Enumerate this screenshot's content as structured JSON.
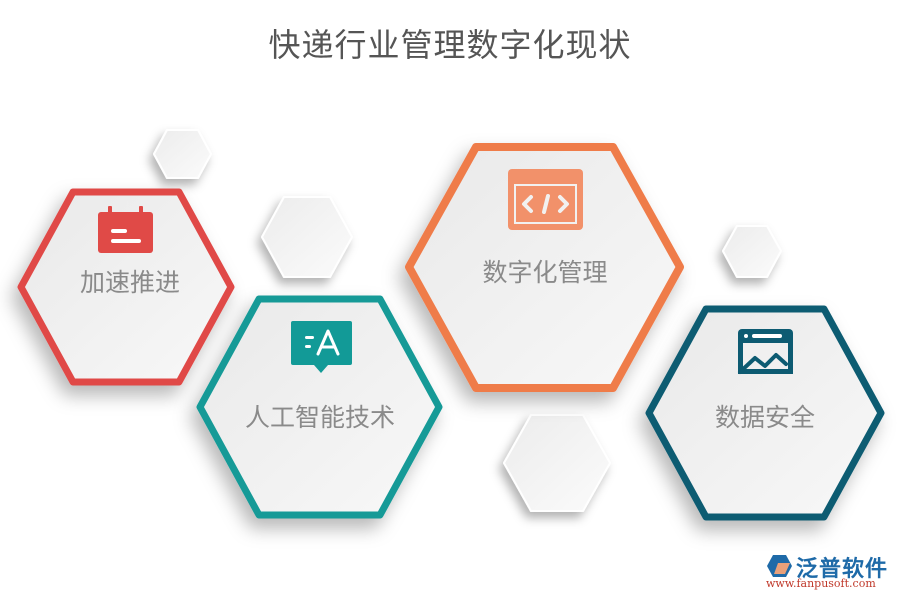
{
  "title": "快递行业管理数字化现状",
  "items": [
    {
      "label": "加速推进",
      "icon": "calendar-icon",
      "color": "#e04a47"
    },
    {
      "label": "人工智能技术",
      "icon": "translate-chat-icon",
      "color": "#129a97"
    },
    {
      "label": "数字化管理",
      "icon": "code-window-icon",
      "color": "#ef7b4a"
    },
    {
      "label": "数据安全",
      "icon": "image-window-icon",
      "color": "#0d5b72"
    }
  ],
  "logo": {
    "name": "泛普软件",
    "url": "www.fanpusoft.com"
  }
}
